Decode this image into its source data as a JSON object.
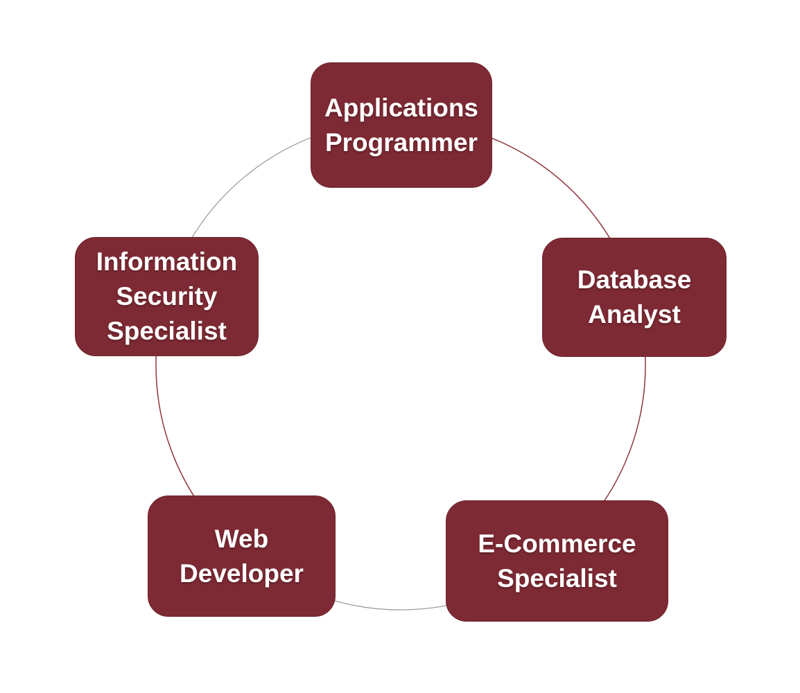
{
  "diagram": {
    "type": "cycle",
    "nodes": [
      {
        "id": "applications-programmer",
        "label": "Applications\nProgrammer"
      },
      {
        "id": "database-analyst",
        "label": "Database\nAnalyst"
      },
      {
        "id": "e-commerce-specialist",
        "label": "E-Commerce\nSpecialist"
      },
      {
        "id": "web-developer",
        "label": "Web\nDeveloper"
      },
      {
        "id": "information-security-specialist",
        "label": "Information\nSecurity\nSpecialist"
      }
    ],
    "connections": [
      {
        "from": "applications-programmer",
        "to": "database-analyst",
        "color": "#8E353B"
      },
      {
        "from": "database-analyst",
        "to": "e-commerce-specialist",
        "color": "#8E353B"
      },
      {
        "from": "e-commerce-specialist",
        "to": "web-developer",
        "color": "#9E9E9E"
      },
      {
        "from": "web-developer",
        "to": "information-security-specialist",
        "color": "#8E353B"
      },
      {
        "from": "information-security-specialist",
        "to": "applications-programmer",
        "color": "#9E9E9E"
      }
    ]
  },
  "colors": {
    "background": "#FFFFFF",
    "node_fill": "#7E2A34",
    "node_border": "#6E222B",
    "node_text": "#FFFFFF",
    "arc_dark_red": "#8E353B",
    "arc_gray": "#9E9E9E"
  }
}
